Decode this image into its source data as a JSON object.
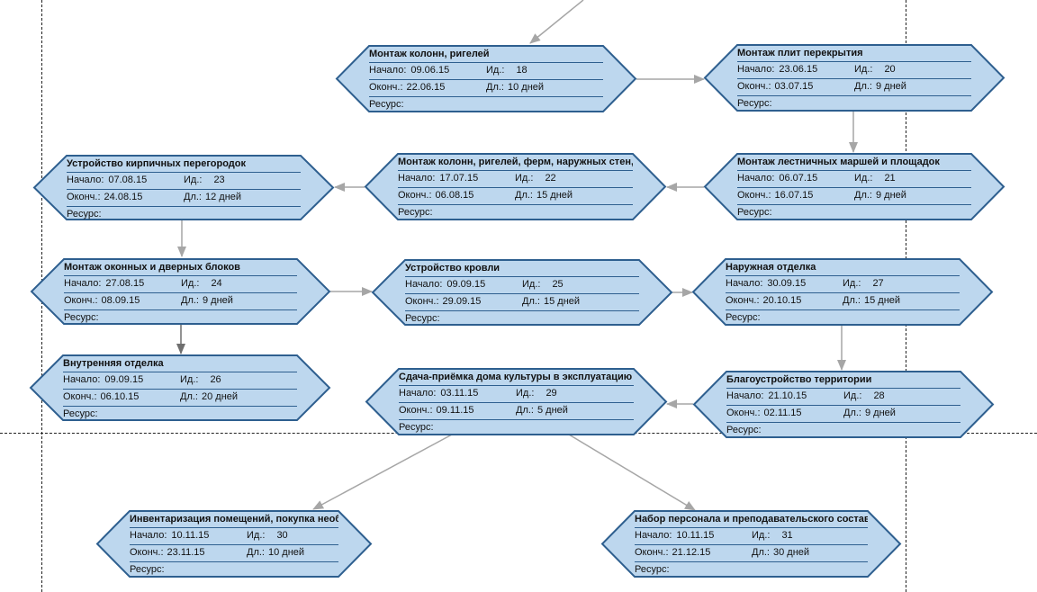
{
  "labels": {
    "start": "Начало:",
    "finish": "Оконч.:",
    "id": "Ид.:",
    "duration": "Дл.:",
    "resource": "Ресурс:"
  },
  "colors": {
    "fill": "#bdd7ee",
    "stroke": "#2e5f8f",
    "arrow": "#a6a6a6",
    "arrow_dark": "#6f6f6f"
  },
  "tasks": [
    {
      "key": "t18",
      "title": "Монтаж колонн, ригелей",
      "start": "09.06.15",
      "finish": "22.06.15",
      "id": "18",
      "duration": "10 дней",
      "resource": ""
    },
    {
      "key": "t20",
      "title": "Монтаж плит перекрытия",
      "start": "23.06.15",
      "finish": "03.07.15",
      "id": "20",
      "duration": "9 дней",
      "resource": ""
    },
    {
      "key": "t23",
      "title": "Устройство кирпичных перегородок",
      "start": "07.08.15",
      "finish": "24.08.15",
      "id": "23",
      "duration": "12 дней",
      "resource": ""
    },
    {
      "key": "t22",
      "title": "Монтаж колонн, ригелей, ферм, наружных стен,",
      "start": "17.07.15",
      "finish": "06.08.15",
      "id": "22",
      "duration": "15 дней",
      "resource": ""
    },
    {
      "key": "t21",
      "title": "Монтаж лестничных маршей и площадок",
      "start": "06.07.15",
      "finish": "16.07.15",
      "id": "21",
      "duration": "9 дней",
      "resource": ""
    },
    {
      "key": "t24",
      "title": "Монтаж оконных и дверных блоков",
      "start": "27.08.15",
      "finish": "08.09.15",
      "id": "24",
      "duration": "9 дней",
      "resource": ""
    },
    {
      "key": "t25",
      "title": "Устройство кровли",
      "start": "09.09.15",
      "finish": "29.09.15",
      "id": "25",
      "duration": "15 дней",
      "resource": ""
    },
    {
      "key": "t27",
      "title": "Наружная отделка",
      "start": "30.09.15",
      "finish": "20.10.15",
      "id": "27",
      "duration": "15 дней",
      "resource": ""
    },
    {
      "key": "t26",
      "title": "Внутренняя отделка",
      "start": "09.09.15",
      "finish": "06.10.15",
      "id": "26",
      "duration": "20 дней",
      "resource": ""
    },
    {
      "key": "t29",
      "title": "Сдача-приёмка дома культуры в эксплуатацию",
      "start": "03.11.15",
      "finish": "09.11.15",
      "id": "29",
      "duration": "5 дней",
      "resource": ""
    },
    {
      "key": "t28",
      "title": "Благоустройство территории",
      "start": "21.10.15",
      "finish": "02.11.15",
      "id": "28",
      "duration": "9 дней",
      "resource": ""
    },
    {
      "key": "t30",
      "title": "Инвентаризация помещений, покупка необходи",
      "start": "10.11.15",
      "finish": "23.11.15",
      "id": "30",
      "duration": "10 дней",
      "resource": ""
    },
    {
      "key": "t31",
      "title": "Набор персонала и преподавательского состава",
      "start": "10.11.15",
      "finish": "21.12.15",
      "id": "31",
      "duration": "30 дней",
      "resource": ""
    }
  ]
}
